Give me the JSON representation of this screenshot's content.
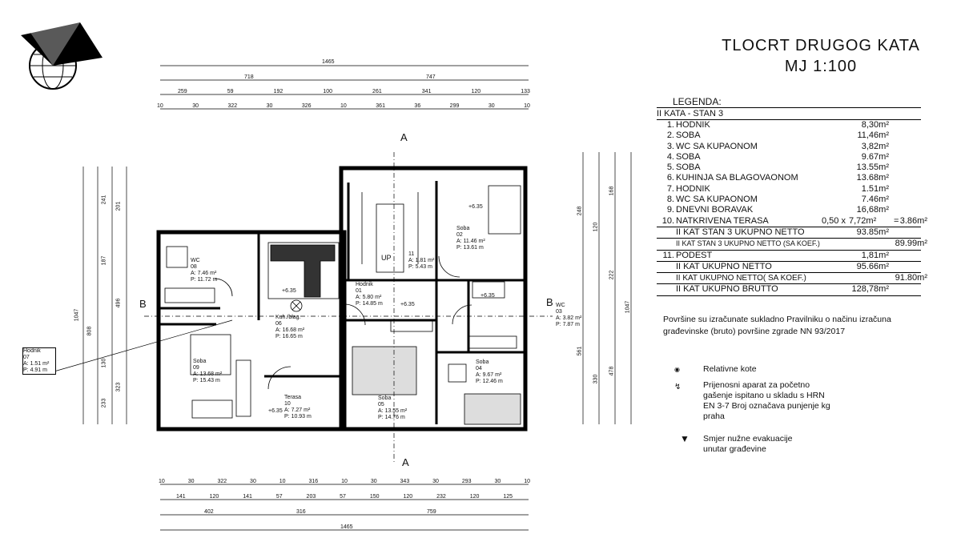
{
  "title_line1": "TLOCRT DRUGOG KATA",
  "title_line2": "MJ 1:100",
  "legend": {
    "heading": "LEGENDA:",
    "subtitle": "II KATA - STAN 3",
    "rows": [
      {
        "num": "1.",
        "label": "HODNIK",
        "value": "8,30m²"
      },
      {
        "num": "2.",
        "label": "SOBA",
        "value": "11,46m²"
      },
      {
        "num": "3.",
        "label": "WC SA KUPAONOM",
        "value": "3,82m²"
      },
      {
        "num": "4.",
        "label": "SOBA",
        "value": "9.67m²"
      },
      {
        "num": "5.",
        "label": "SOBA",
        "value": "13.55m²"
      },
      {
        "num": "6.",
        "label": "KUHINJA SA BLAGOVAONOM",
        "value": "13.68m²"
      },
      {
        "num": "7.",
        "label": "HODNIK",
        "value": "1.51m²"
      },
      {
        "num": "8.",
        "label": "WC SA KUPAONOM",
        "value": "7.46m²"
      },
      {
        "num": "9.",
        "label": "DNEVNI BORAVAK",
        "value": "16,68m²"
      }
    ],
    "terrace": {
      "num": "10.",
      "label": "NATKRIVENA TERASA",
      "coef": "0,50 x",
      "value": "7,72m²",
      "eq": "=",
      "result": "3.86m²"
    },
    "net_label": "II KAT STAN 3 UKUPNO NETTO",
    "net_value": "93.85m²",
    "net_coef_label": "II KAT STAN 3 UKUPNO NETTO (SA KOEF.)",
    "net_coef_value": "89.99m²",
    "podest": {
      "num": "11.",
      "label": "PODEST",
      "value": "1,81m²"
    },
    "kat_net_label": "II KAT UKUPNO NETTO",
    "kat_net_value": "95.66m²",
    "kat_coef_label": "II KAT UKUPNO NETTO( SA KOEF.)",
    "kat_coef_value": "91.80m²",
    "kat_brutto_label": "II KAT UKUPNO BRUTTO",
    "kat_brutto_value": "128,78m²"
  },
  "note": "Površine su izračunate sukladno Pravilniku o načinu izračuna građevinske (bruto) površine zgrade NN 93/2017",
  "symbols": {
    "kote": "Relativne kote",
    "aparat": "Prijenosni aparat za početno gašenje ispitano u skladu s HRN EN 3-7 Broj označava punjenje kg praha",
    "evak": "Smjer nužne evakuacije unutar građevine"
  },
  "section_labels": {
    "a": "A",
    "b": "B"
  },
  "top_dims": {
    "total": "1465",
    "row2": [
      "718",
      "747"
    ],
    "row3": [
      "259",
      "59",
      "192",
      "100",
      "261",
      "341",
      "120",
      "133"
    ],
    "row4": [
      "10",
      "30",
      "322",
      "30",
      "326",
      "10",
      "361",
      "36",
      "299",
      "30",
      "10"
    ]
  },
  "bottom_dims": {
    "row1": [
      "10",
      "30",
      "322",
      "30",
      "10",
      "316",
      "10",
      "30",
      "343",
      "30",
      "293",
      "30",
      "10"
    ],
    "row2": [
      "141",
      "120",
      "141",
      "57",
      "203",
      "57",
      "150",
      "120",
      "232",
      "120",
      "125"
    ],
    "row3": [
      "402",
      "316",
      "759"
    ],
    "total": "1465"
  },
  "left_dims": [
    "1047",
    "808",
    "241",
    "201",
    "187",
    "496",
    "130",
    "323",
    "233"
  ],
  "right_dims": [
    "1047",
    "478",
    "561",
    "330",
    "248",
    "168",
    "222",
    "120"
  ],
  "level_mark": "+6.35",
  "rooms": [
    {
      "id": "hodnik-ext",
      "title": "Hodnik",
      "no": "07",
      "a": "1.51 m²",
      "p": "4.91 m"
    },
    {
      "id": "wc",
      "title": "WC",
      "no": "08",
      "a": "7.46 m²",
      "p": "11.72 m"
    },
    {
      "id": "kuh",
      "title": "Kuh./blag.",
      "no": "06",
      "a": "16.68 m²",
      "p": "16.65 m"
    },
    {
      "id": "soba09",
      "title": "Soba",
      "no": "09",
      "a": "13.68 m²",
      "p": "15.43 m"
    },
    {
      "id": "terasa",
      "title": "Terasa",
      "no": "10",
      "a": "7.27 m²",
      "p": "10.93 m"
    },
    {
      "id": "hodnik01",
      "title": "Hodnik",
      "no": "01",
      "a": "5.80 m²",
      "p": "14.85 m"
    },
    {
      "id": "soba02",
      "title": "Soba",
      "no": "02",
      "a": "11.46 m²",
      "p": "13.61 m"
    },
    {
      "id": "wc03",
      "title": "WC",
      "no": "03",
      "a": "3.82 m²",
      "p": "7.87 m"
    },
    {
      "id": "soba04",
      "title": "Soba",
      "no": "04",
      "a": "9.67 m²",
      "p": "12.46 m"
    },
    {
      "id": "soba05",
      "title": "Soba",
      "no": "05",
      "a": "13.55 m²",
      "p": "14.76 m"
    },
    {
      "id": "podest",
      "title": "",
      "no": "11",
      "a": "1.81 m²",
      "p": "5.43 m"
    }
  ],
  "up_label": "UP"
}
